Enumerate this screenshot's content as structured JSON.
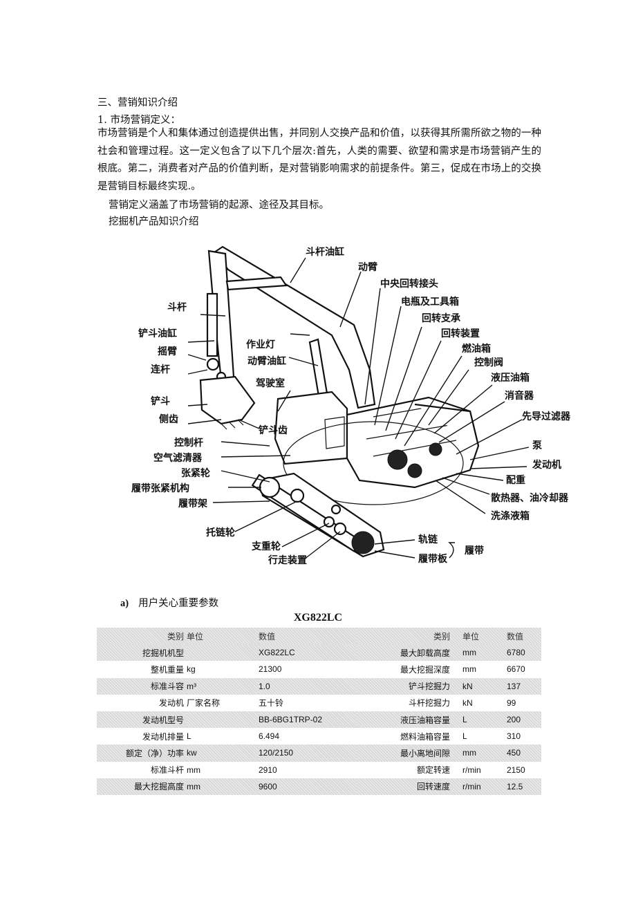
{
  "section": {
    "heading": "三、营销知识介绍",
    "subheading": "1.   市场营销定义：",
    "paragraph": "市场营销是个人和集体通过创造提供出售，并同别人交换产品和价值，以获得其所需所欲之物的一种社会和管理过程。这一定义包含了以下几个层次:首先，人类的需要、欲望和需求是市场营销产生的根底。第二，消费者对产品的价值判断，是对营销影响需求的前提条件。第三，促成在市场上的交换是营销目标最终实现.。",
    "summary": "营销定义涵盖了市场营销的起源、途径及其目标。",
    "product_title": "挖掘机产品知识介绍"
  },
  "diagram": {
    "labels": {
      "stick_cylinder": "斗杆油缸",
      "boom": "动臂",
      "center_joint": "中央回转接头",
      "battery_toolbox": "电瓶及工具箱",
      "slewing_support": "回转支承",
      "slewing_device": "回转装置",
      "fuel_tank": "燃油箱",
      "control_valve": "控制阀",
      "hydraulic_tank": "液压油箱",
      "muffler": "消音器",
      "pilot_filter": "先导过滤器",
      "pump": "泵",
      "engine": "发动机",
      "counterweight": "配重",
      "radiator_oilcooler": "散热器、油冷却器",
      "washer_tank": "洗涤液箱",
      "track_chain": "轨链",
      "track_shoe": "履带板",
      "track_group": "履带",
      "stick": "斗杆",
      "bucket_cylinder": "铲斗油缸",
      "rocker_arm": "摇臂",
      "link": "连杆",
      "work_light": "作业灯",
      "boom_cylinder": "动臂油缸",
      "cab": "驾驶室",
      "bucket": "铲斗",
      "side_teeth": "侧齿",
      "bucket_teeth": "铲斗齿",
      "control_lever": "控制杆",
      "air_filter": "空气滤清器",
      "idler": "张紧轮",
      "track_tensioner": "履带张紧机构",
      "track_frame": "履带架",
      "carrier_roller": "托链轮",
      "track_roller": "支重轮",
      "travel_device": "行走装置"
    }
  },
  "params": {
    "marker": "a)",
    "title": "用户关心重要参数",
    "model_title": "XG822LC",
    "header": [
      "类别",
      "单位",
      "数值",
      "类别",
      "单位",
      "数值"
    ],
    "rows": [
      [
        "挖掘机机型",
        "",
        "XG822LC",
        "最大卸载高度",
        "mm",
        "6780"
      ],
      [
        "整机重量",
        "kg",
        "21300",
        "最大挖掘深度",
        "mm",
        "6670"
      ],
      [
        "标准斗容",
        "m³",
        "1.0",
        "铲斗挖掘力",
        "kN",
        "137"
      ],
      [
        "发动机",
        "厂家名称",
        "五十铃",
        "斗杆挖掘力",
        "kN",
        "99"
      ],
      [
        "发动机型号",
        "",
        "BB-6BG1TRP-02",
        "液压油箱容量",
        "L",
        "200"
      ],
      [
        "发动机排量",
        "L",
        "6.494",
        "燃料油箱容量",
        "L",
        "310"
      ],
      [
        "额定（净）功率",
        "kw",
        "120/2150",
        "最小离地间隙",
        "mm",
        "450"
      ],
      [
        "标准斗杆",
        "mm",
        "2910",
        "额定转速",
        "r/min",
        "2150"
      ],
      [
        "最大挖掘高度",
        "mm",
        "9600",
        "回转速度",
        "r/min",
        "12.5"
      ]
    ]
  }
}
